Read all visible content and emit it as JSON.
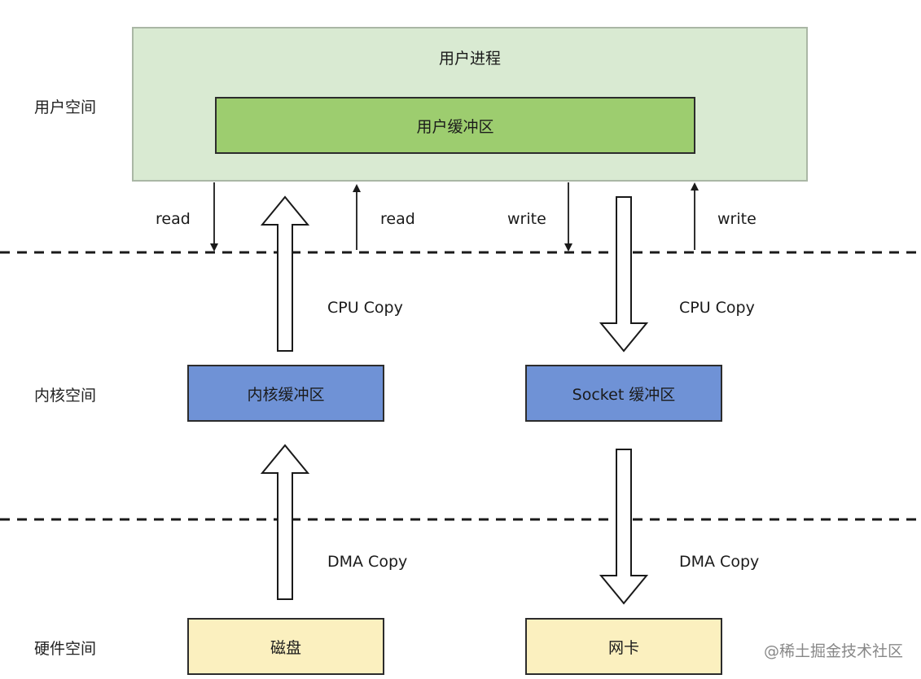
{
  "layers": {
    "user_space": "用户空间",
    "kernel_space": "内核空间",
    "hardware_space": "硬件空间"
  },
  "boxes": {
    "user_process": "用户进程",
    "user_buffer": "用户缓冲区",
    "kernel_buffer": "内核缓冲区",
    "socket_buffer": "Socket 缓冲区",
    "disk": "磁盘",
    "nic": "网卡"
  },
  "labels": {
    "read_call": "read",
    "read_return": "read",
    "write_call": "write",
    "write_return": "write",
    "cpu_copy_left": "CPU  Copy",
    "cpu_copy_right": "CPU  Copy",
    "dma_copy_left": "DMA  Copy",
    "dma_copy_right": "DMA  Copy"
  },
  "watermark": "@稀土掘金技术社区",
  "colors": {
    "user_process_fill": "#d9ead2",
    "user_buffer_fill": "#9dcd6f",
    "kernel_fill": "#6f92d6",
    "hardware_fill": "#fbf0bf"
  }
}
